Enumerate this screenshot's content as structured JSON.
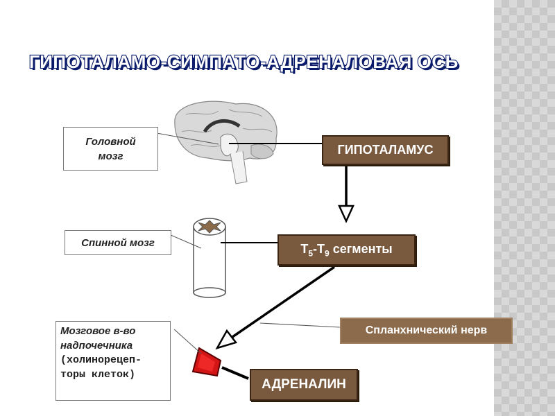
{
  "title": "ГИПОТАЛАМО-СИМПАТО-АДРЕНАЛОВАЯ ОСЬ",
  "labels": {
    "brain": "Головной мозг",
    "spinal": "Спинной мозг",
    "adrenal": [
      "Мозговое в-во",
      "надпочечника",
      "(холинорецеп-",
      "торы клеток)"
    ]
  },
  "boxes": {
    "hypothalamus": "ГИПОТАЛАМУС",
    "segments": {
      "t": "T",
      "s1": "5",
      "dash": "-T",
      "s2": "9",
      "rest": " сегменты"
    },
    "nerve": "Спланхнический нерв",
    "adrenaline": "АДРЕНАЛИН"
  },
  "colors": {
    "box_fill": "#7a5a3e",
    "title_outline": "#0a1a6a",
    "adrenal_red": "#cc1111"
  }
}
